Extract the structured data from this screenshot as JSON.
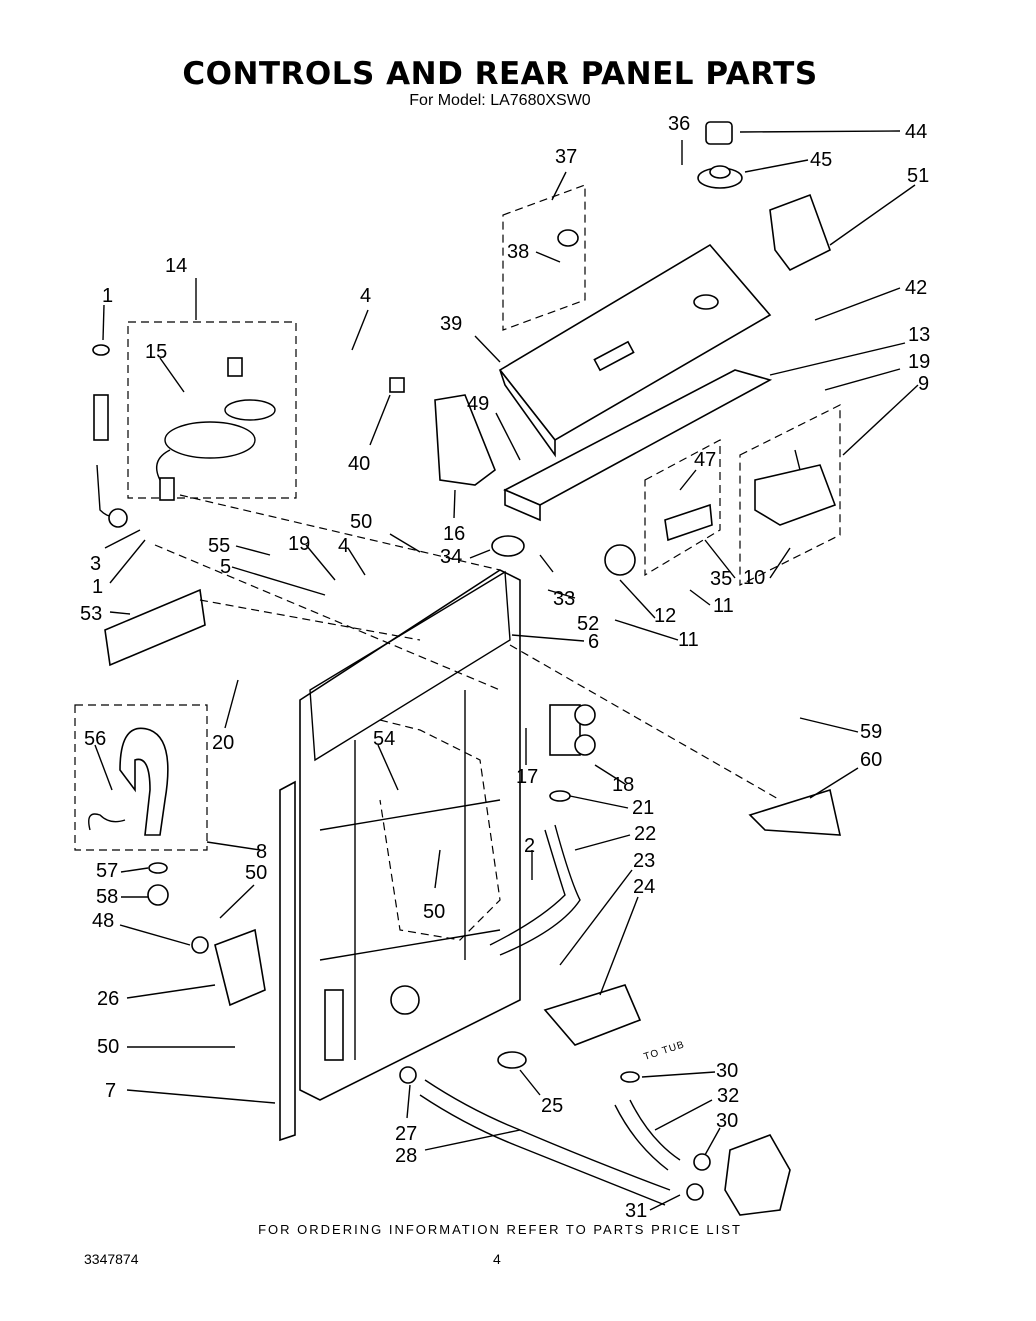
{
  "title": "CONTROLS AND REAR PANEL PARTS",
  "subtitle": "For Model: LA7680XSW0",
  "footer": "FOR ORDERING INFORMATION REFER TO PARTS PRICE LIST",
  "doc_number": "3347874",
  "page_number": "4",
  "annotation_to_tub": "TO TUB",
  "labels": [
    "1",
    "14",
    "15",
    "3",
    "1",
    "53",
    "4",
    "40",
    "16",
    "50",
    "55",
    "19",
    "4",
    "5",
    "34",
    "33",
    "52",
    "12",
    "11",
    "35",
    "11",
    "6",
    "37",
    "38",
    "39",
    "49",
    "36",
    "44",
    "45",
    "51",
    "42",
    "13",
    "19",
    "9",
    "47",
    "10",
    "56",
    "20",
    "8",
    "57",
    "58",
    "50",
    "48",
    "26",
    "50",
    "7",
    "54",
    "17",
    "18",
    "21",
    "22",
    "2",
    "23",
    "24",
    "50",
    "25",
    "27",
    "28",
    "30",
    "32",
    "30",
    "31",
    "59",
    "60"
  ]
}
